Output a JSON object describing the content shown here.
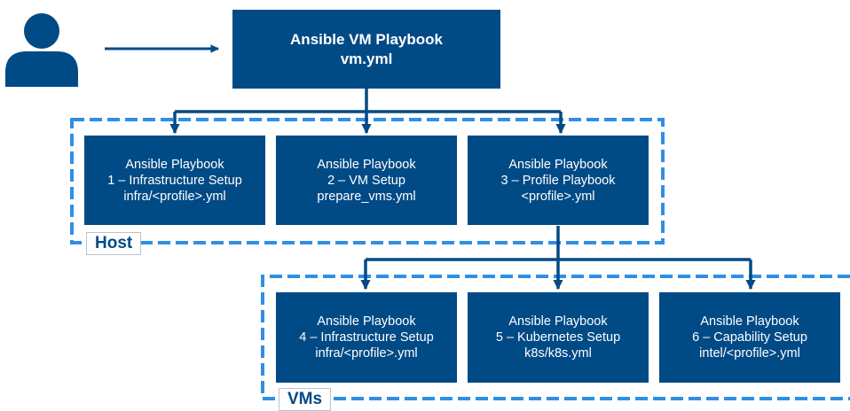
{
  "colors": {
    "box": "#004a86",
    "arrow": "#004a86",
    "dashed_border": "#2f8fe6",
    "label_text": "#004a86"
  },
  "user": {
    "icon": "user-icon"
  },
  "main": {
    "line1": "Ansible VM Playbook",
    "line2": "vm.yml"
  },
  "host": {
    "label": "Host",
    "boxes": [
      {
        "line1": "Ansible Playbook",
        "line2": "1 – Infrastructure Setup",
        "line3": "infra/<profile>.yml"
      },
      {
        "line1": "Ansible Playbook",
        "line2": "2 – VM Setup",
        "line3": "prepare_vms.yml"
      },
      {
        "line1": "Ansible Playbook",
        "line2": "3 – Profile Playbook",
        "line3": "<profile>.yml"
      }
    ]
  },
  "vms": {
    "label": "VMs",
    "boxes": [
      {
        "line1": "Ansible Playbook",
        "line2": "4 – Infrastructure Setup",
        "line3": "infra/<profile>.yml"
      },
      {
        "line1": "Ansible Playbook",
        "line2": "5 – Kubernetes Setup",
        "line3": "k8s/k8s.yml"
      },
      {
        "line1": "Ansible Playbook",
        "line2": "6 – Capability Setup",
        "line3": "intel/<profile>.yml"
      }
    ]
  }
}
